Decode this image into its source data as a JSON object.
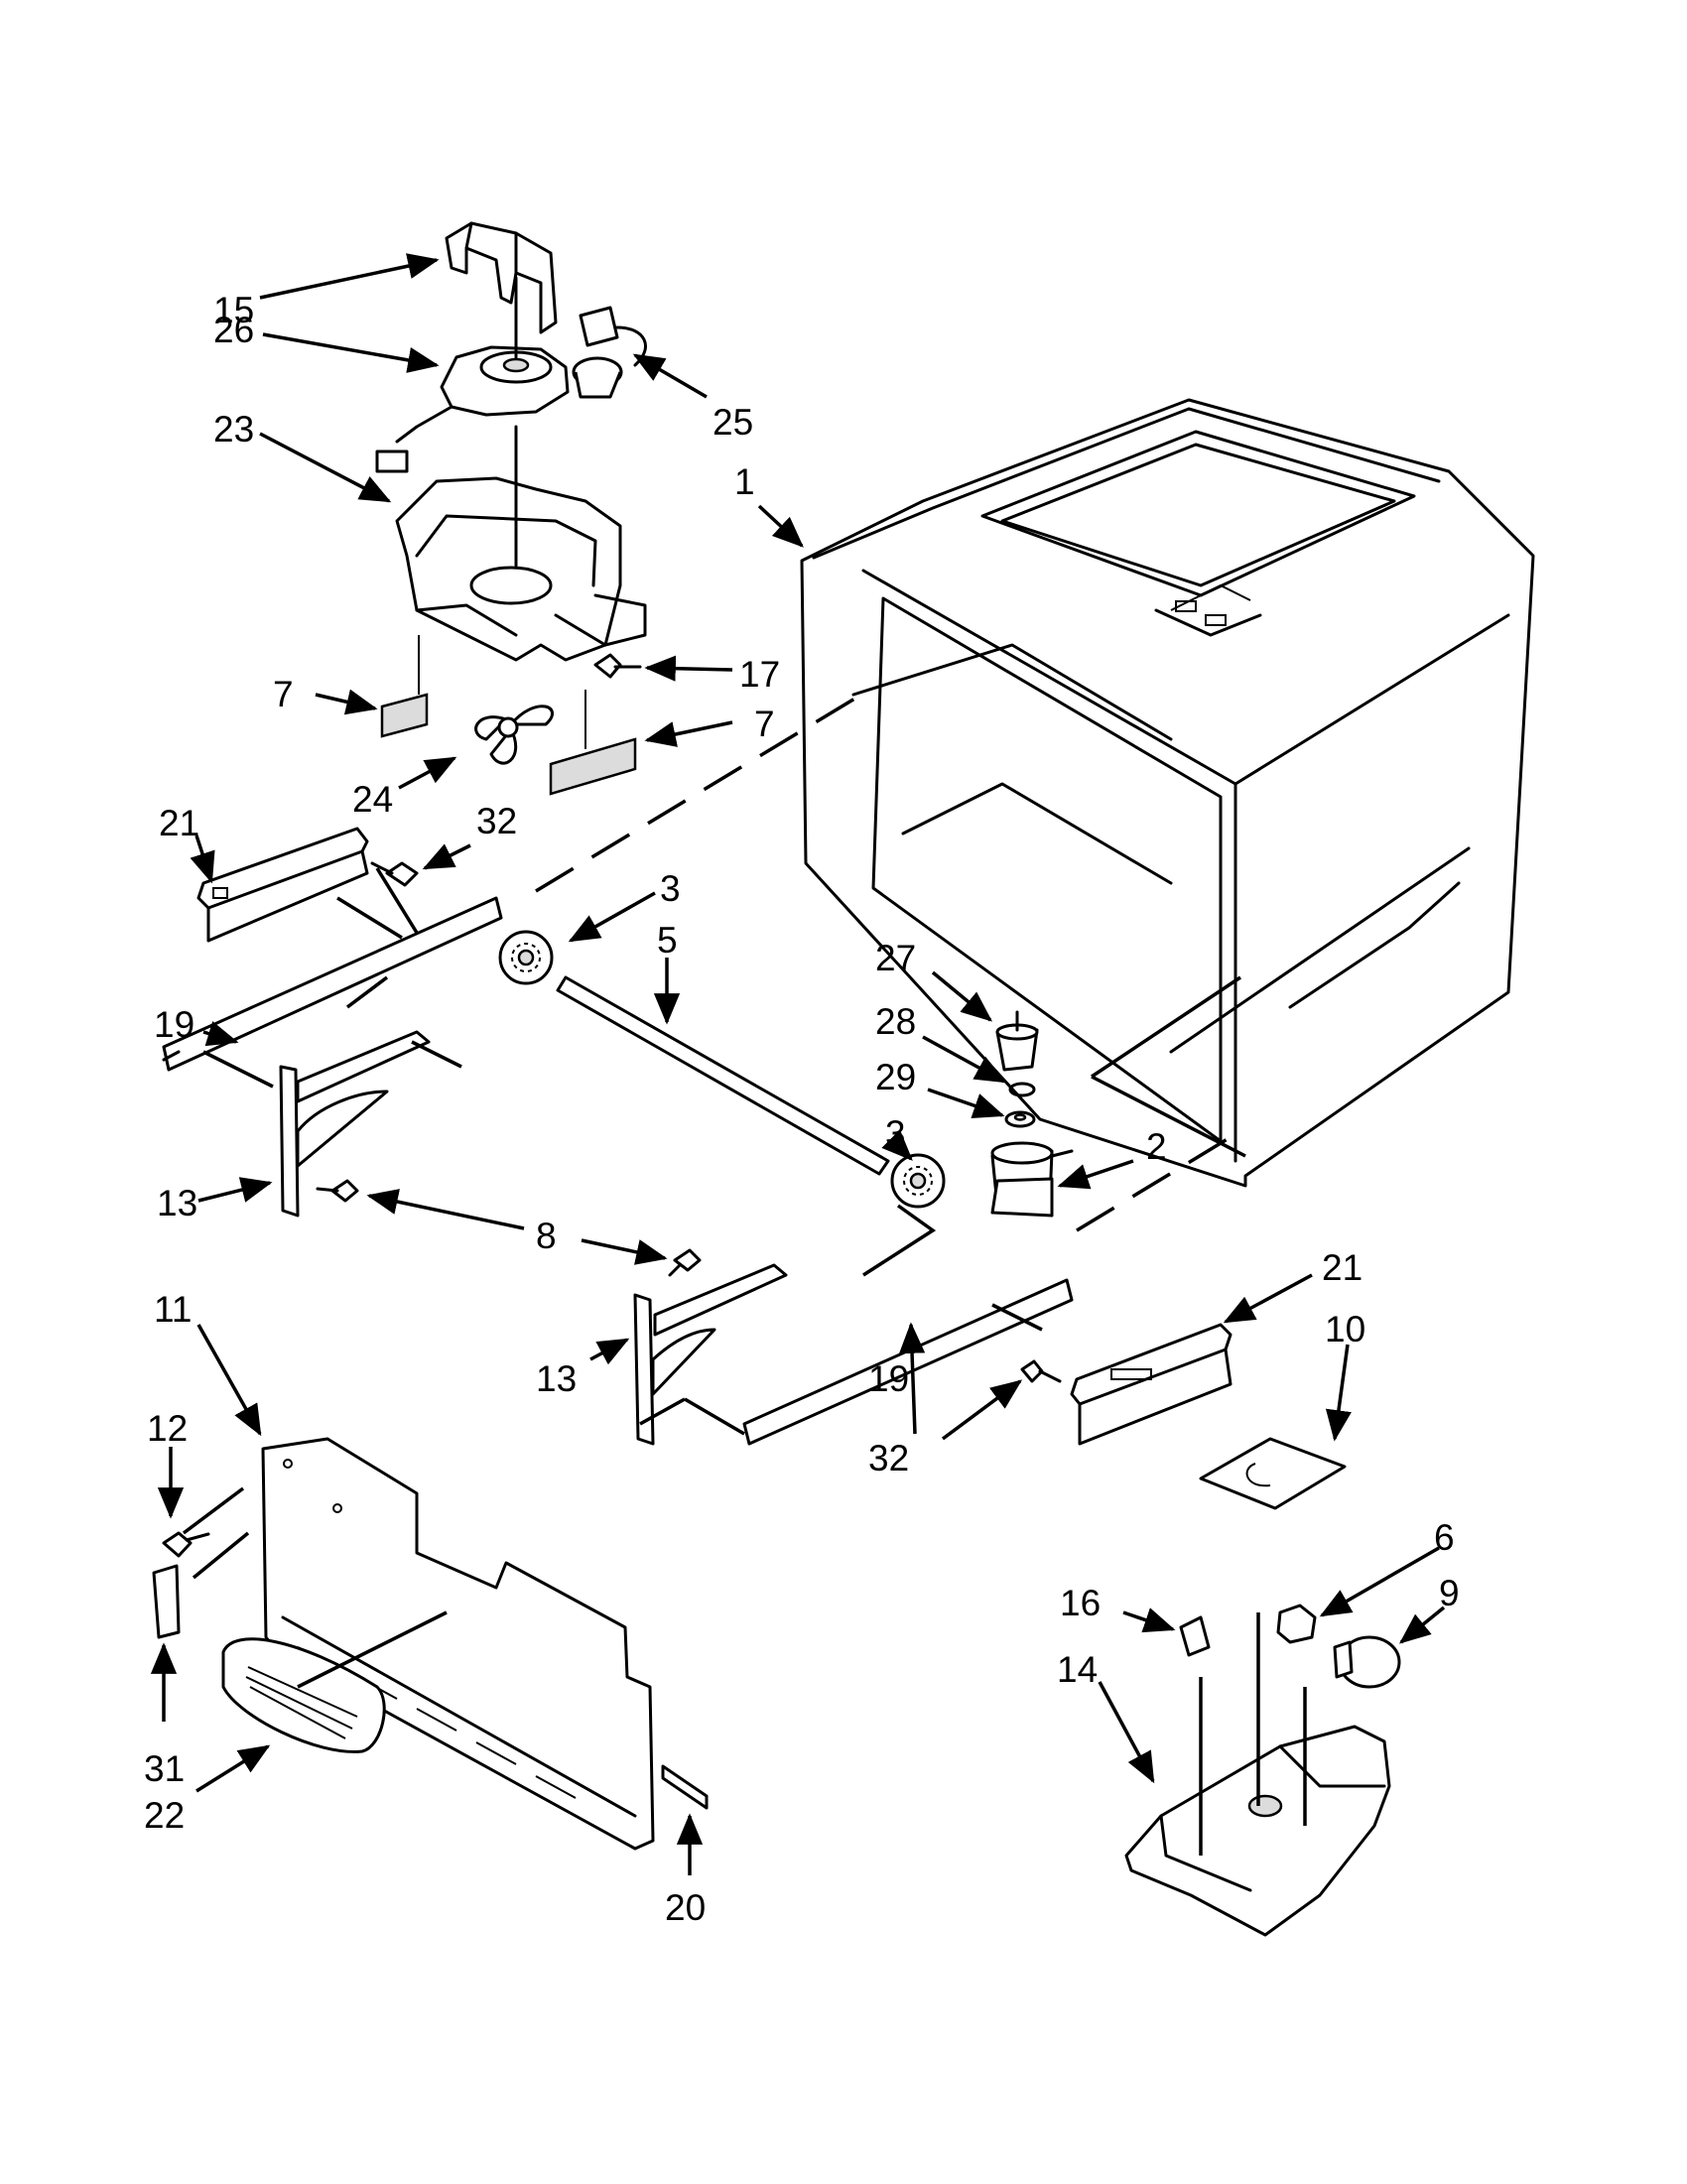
{
  "callouts": {
    "c1": "1",
    "c2": "2",
    "c3a": "3",
    "c3b": "3",
    "c5": "5",
    "c6": "6",
    "c7a": "7",
    "c7b": "7",
    "c8": "8",
    "c9": "9",
    "c10": "10",
    "c11": "11",
    "c12": "12",
    "c13a": "13",
    "c13b": "13",
    "c14": "14",
    "c15": "15",
    "c16": "16",
    "c17": "17",
    "c19a": "19",
    "c19b": "19",
    "c20": "20",
    "c21a": "21",
    "c21b": "21",
    "c22": "22",
    "c23": "23",
    "c24": "24",
    "c25": "25",
    "c26": "26",
    "c27": "27",
    "c28": "28",
    "c29": "29",
    "c31": "31",
    "c32a": "32",
    "c32b": "32"
  }
}
